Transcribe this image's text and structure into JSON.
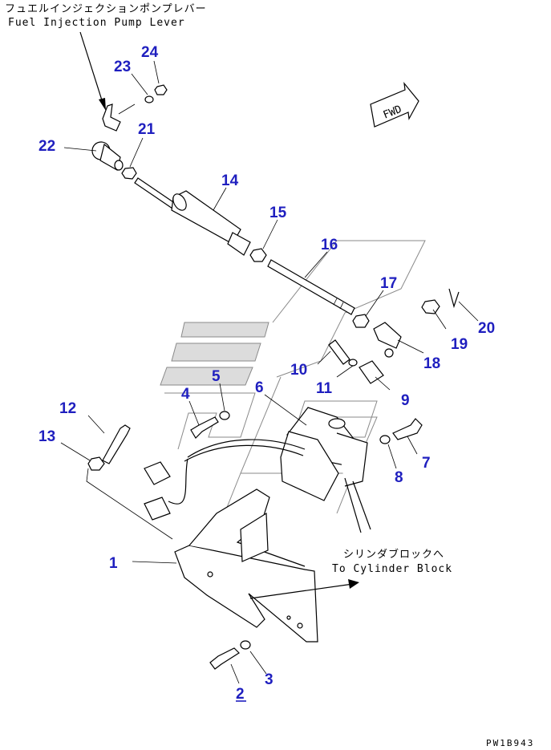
{
  "captions": {
    "fuel_pump_jp": "フュエルインジェクションポンプレバー",
    "fuel_pump_en": "Fuel Injection Pump Lever",
    "cylinder_jp": "シリンダブロックへ",
    "cylinder_en": "To Cylinder Block",
    "fwd": "FWD",
    "drawing_code": "PW1B943"
  },
  "callouts": [
    {
      "id": "p1",
      "label": "1"
    },
    {
      "id": "p2",
      "label": "2"
    },
    {
      "id": "p3",
      "label": "3"
    },
    {
      "id": "p4",
      "label": "4"
    },
    {
      "id": "p5",
      "label": "5"
    },
    {
      "id": "p6",
      "label": "6"
    },
    {
      "id": "p7",
      "label": "7"
    },
    {
      "id": "p8",
      "label": "8"
    },
    {
      "id": "p9",
      "label": "9"
    },
    {
      "id": "p10",
      "label": "10"
    },
    {
      "id": "p11",
      "label": "11"
    },
    {
      "id": "p12",
      "label": "12"
    },
    {
      "id": "p13",
      "label": "13"
    },
    {
      "id": "p14",
      "label": "14"
    },
    {
      "id": "p15",
      "label": "15"
    },
    {
      "id": "p16",
      "label": "16"
    },
    {
      "id": "p17",
      "label": "17"
    },
    {
      "id": "p18",
      "label": "18"
    },
    {
      "id": "p19",
      "label": "19"
    },
    {
      "id": "p20",
      "label": "20"
    },
    {
      "id": "p21",
      "label": "21"
    },
    {
      "id": "p22",
      "label": "22"
    },
    {
      "id": "p23",
      "label": "23"
    },
    {
      "id": "p24",
      "label": "24"
    }
  ]
}
